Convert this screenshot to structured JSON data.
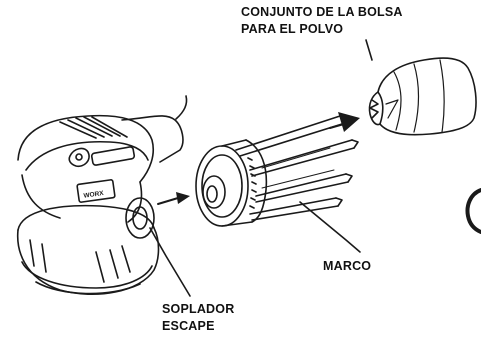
{
  "labels": {
    "dust_bag_line1": "CONJUNTO DE LA BOLSA",
    "dust_bag_line2": "PARA EL POLVO",
    "frame": "MARCO",
    "exhaust_line1": "SOPLADOR",
    "exhaust_line2": "ESCAPE"
  },
  "tool_brand": "WORX",
  "colors": {
    "line": "#1a1a1a",
    "background": "#ffffff"
  }
}
